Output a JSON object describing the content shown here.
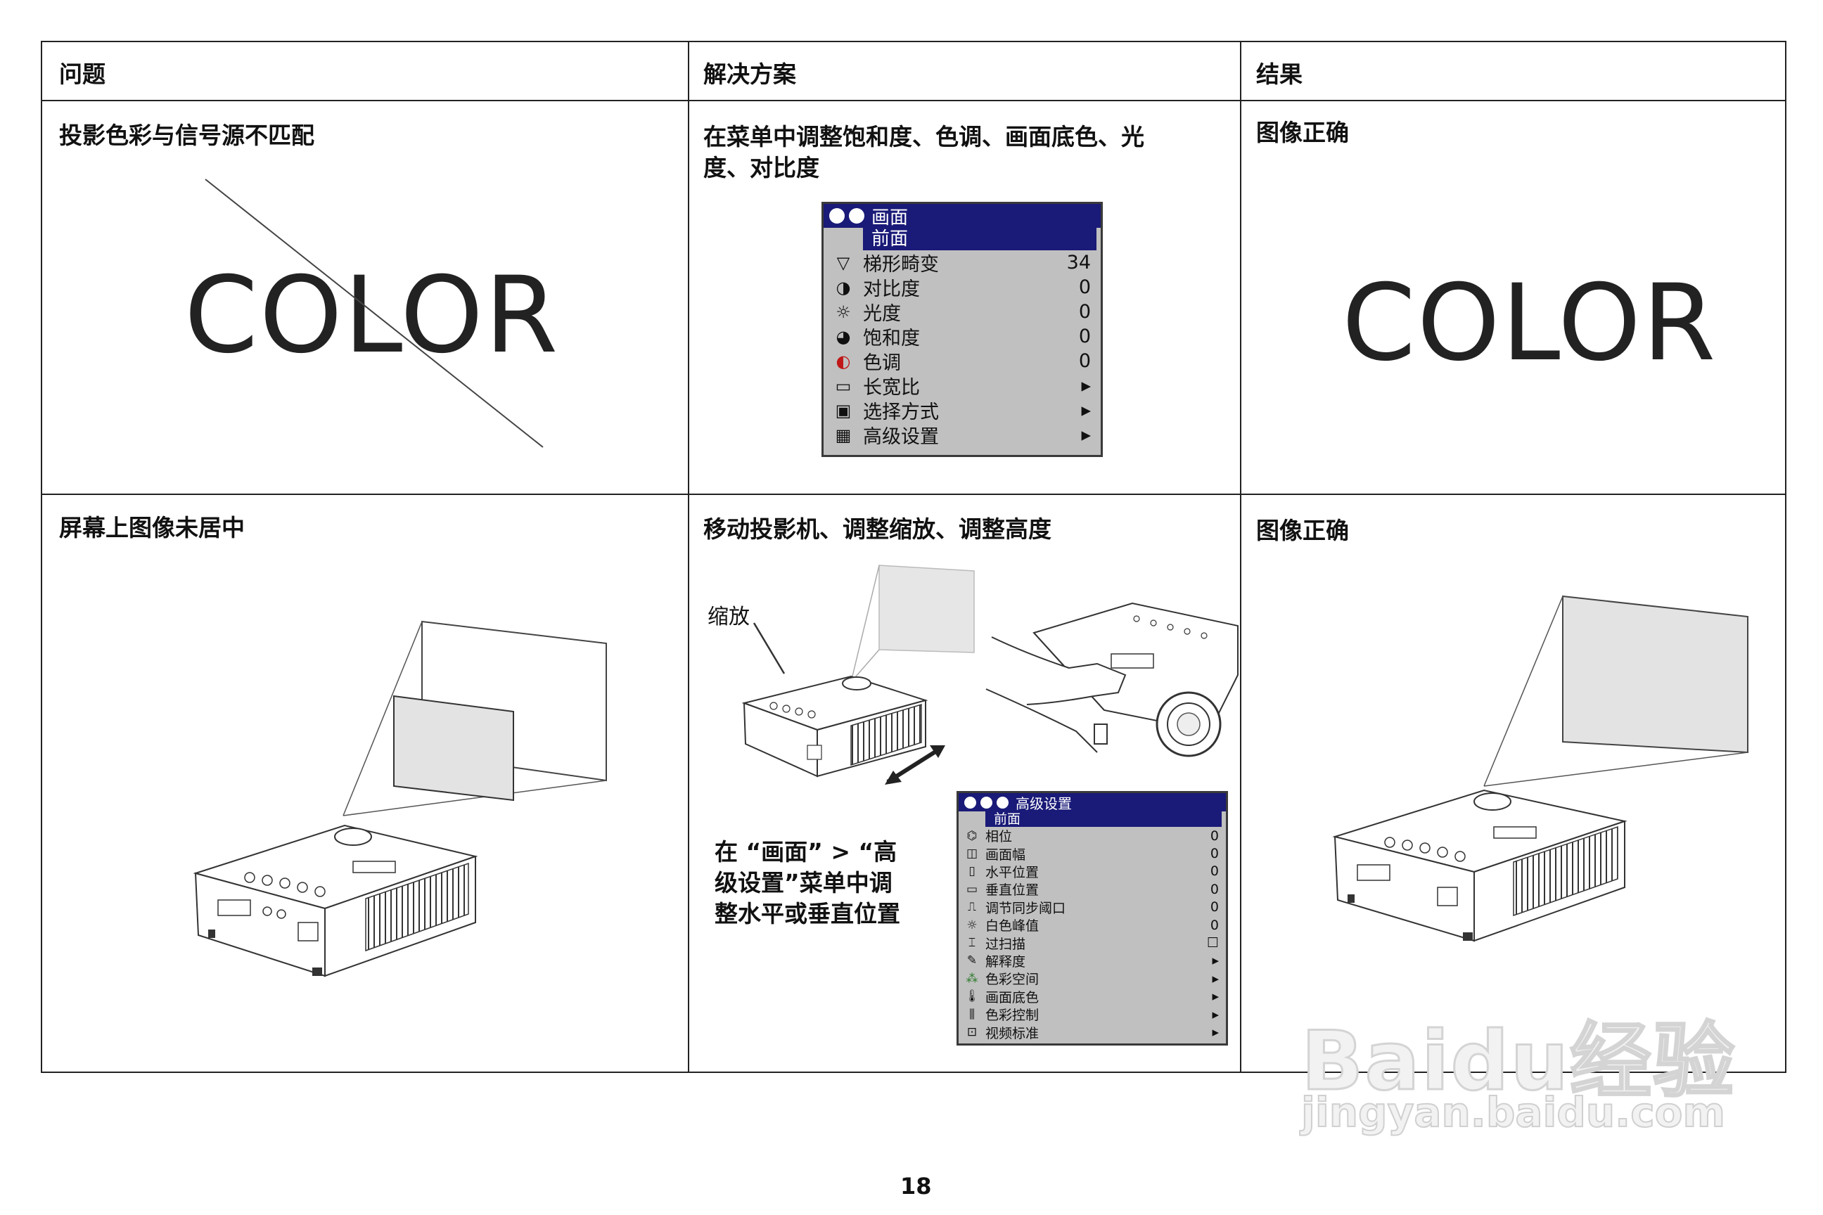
{
  "headers": {
    "problem": "问题",
    "solution": "解决方案",
    "result": "结果"
  },
  "row1": {
    "problem": "投影色彩与信号源不匹配",
    "solution_line1": "在菜单中调整饱和度、色调、画面底色、光",
    "solution_line2": "度、对比度",
    "result": "图像正确",
    "color_word": "COLOR"
  },
  "menu1": {
    "title": "画面",
    "crumb": "前面",
    "items": [
      {
        "icon": "keystone-icon",
        "glyph": "▽",
        "label": "梯形畸变",
        "value": "34"
      },
      {
        "icon": "contrast-icon",
        "glyph": "◑",
        "label": "对比度",
        "value": "0"
      },
      {
        "icon": "brightness-icon",
        "glyph": "☼",
        "label": "光度",
        "value": "0"
      },
      {
        "icon": "saturation-icon",
        "glyph": "◕",
        "label": "饱和度",
        "value": "0"
      },
      {
        "icon": "tint-icon",
        "glyph": "◐",
        "label": "色调",
        "value": "0"
      },
      {
        "icon": "aspect-ratio-icon",
        "glyph": "▭",
        "label": "长宽比",
        "value": "▸"
      },
      {
        "icon": "presets-icon",
        "glyph": "▣",
        "label": "选择方式",
        "value": "▸"
      },
      {
        "icon": "advanced-icon",
        "glyph": "▦",
        "label": "高级设置",
        "value": "▸"
      }
    ]
  },
  "row2": {
    "problem": "屏幕上图像未居中",
    "solution": "移动投影机、调整缩放、调整高度",
    "result": "图像正确",
    "zoom_label": "缩放",
    "instr_line1": "在 “画面” > “高",
    "instr_line2": "级设置”菜单中调",
    "instr_line3": "整水平或垂直位置"
  },
  "menu2": {
    "title": "高级设置",
    "crumb": "前面",
    "items": [
      {
        "icon": "phase-icon",
        "glyph": "⌬",
        "label": "相位",
        "value": "0"
      },
      {
        "icon": "tracking-icon",
        "glyph": "◫",
        "label": "画面幅",
        "value": "0"
      },
      {
        "icon": "horizontal-position-icon",
        "glyph": "▯",
        "label": "水平位置",
        "value": "0"
      },
      {
        "icon": "vertical-position-icon",
        "glyph": "▭",
        "label": "垂直位置",
        "value": "0"
      },
      {
        "icon": "sync-threshold-icon",
        "glyph": "⎍",
        "label": "调节同步阈口",
        "value": "0"
      },
      {
        "icon": "white-peaking-icon",
        "glyph": "☼",
        "label": "白色峰值",
        "value": "0"
      },
      {
        "icon": "overscan-icon",
        "glyph": "⌶",
        "label": "过扫描",
        "value": "☐"
      },
      {
        "icon": "resolution-icon",
        "glyph": "✎",
        "label": "解释度",
        "value": "▸"
      },
      {
        "icon": "color-space-icon",
        "glyph": "⁂",
        "label": "色彩空间",
        "value": "▸"
      },
      {
        "icon": "color-temperature-icon",
        "glyph": "🌡",
        "label": "画面底色",
        "value": "▸"
      },
      {
        "icon": "color-control-icon",
        "glyph": "⫼",
        "label": "色彩控制",
        "value": "▸"
      },
      {
        "icon": "video-standard-icon",
        "glyph": "⊡",
        "label": "视频标准",
        "value": "▸"
      }
    ]
  },
  "footer": {
    "page_number": "18"
  },
  "watermark": {
    "brand": "Baidu经验",
    "url": "jingyan.baidu.com"
  }
}
